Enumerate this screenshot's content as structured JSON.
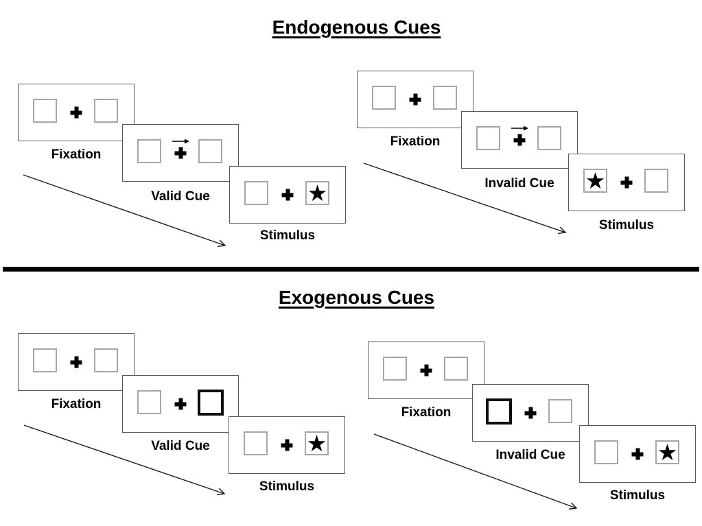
{
  "figure": {
    "kind": "posner-spatial-cueing-task-diagram",
    "sections": [
      {
        "id": "endogenous",
        "title": "Endogenous Cues",
        "groups": [
          {
            "id": "endogenous-valid",
            "cue_symbol": "right-arrow-above-fixation",
            "stimulus_side": "right",
            "panels": [
              {
                "label": "Fixation"
              },
              {
                "label": "Valid Cue"
              },
              {
                "label": "Stimulus"
              }
            ]
          },
          {
            "id": "endogenous-invalid",
            "cue_symbol": "right-arrow-above-fixation",
            "stimulus_side": "left",
            "panels": [
              {
                "label": "Fixation"
              },
              {
                "label": "Invalid Cue"
              },
              {
                "label": "Stimulus"
              }
            ]
          }
        ]
      },
      {
        "id": "exogenous",
        "title": "Exogenous Cues",
        "groups": [
          {
            "id": "exogenous-valid",
            "cue_symbol": "bold-box-right",
            "stimulus_side": "right",
            "panels": [
              {
                "label": "Fixation"
              },
              {
                "label": "Valid Cue"
              },
              {
                "label": "Stimulus"
              }
            ]
          },
          {
            "id": "exogenous-invalid",
            "cue_symbol": "bold-box-left",
            "stimulus_side": "right",
            "panels": [
              {
                "label": "Fixation"
              },
              {
                "label": "Invalid Cue"
              },
              {
                "label": "Stimulus"
              }
            ]
          }
        ]
      }
    ]
  },
  "icons": {
    "star": "★",
    "fixation_cross": "plus-cross",
    "cue_arrow": "right-arrow"
  },
  "colors": {
    "background": "#ffffff",
    "ink": "#000000",
    "panel_border": "#595959",
    "square_border": "#a6a6a6"
  }
}
